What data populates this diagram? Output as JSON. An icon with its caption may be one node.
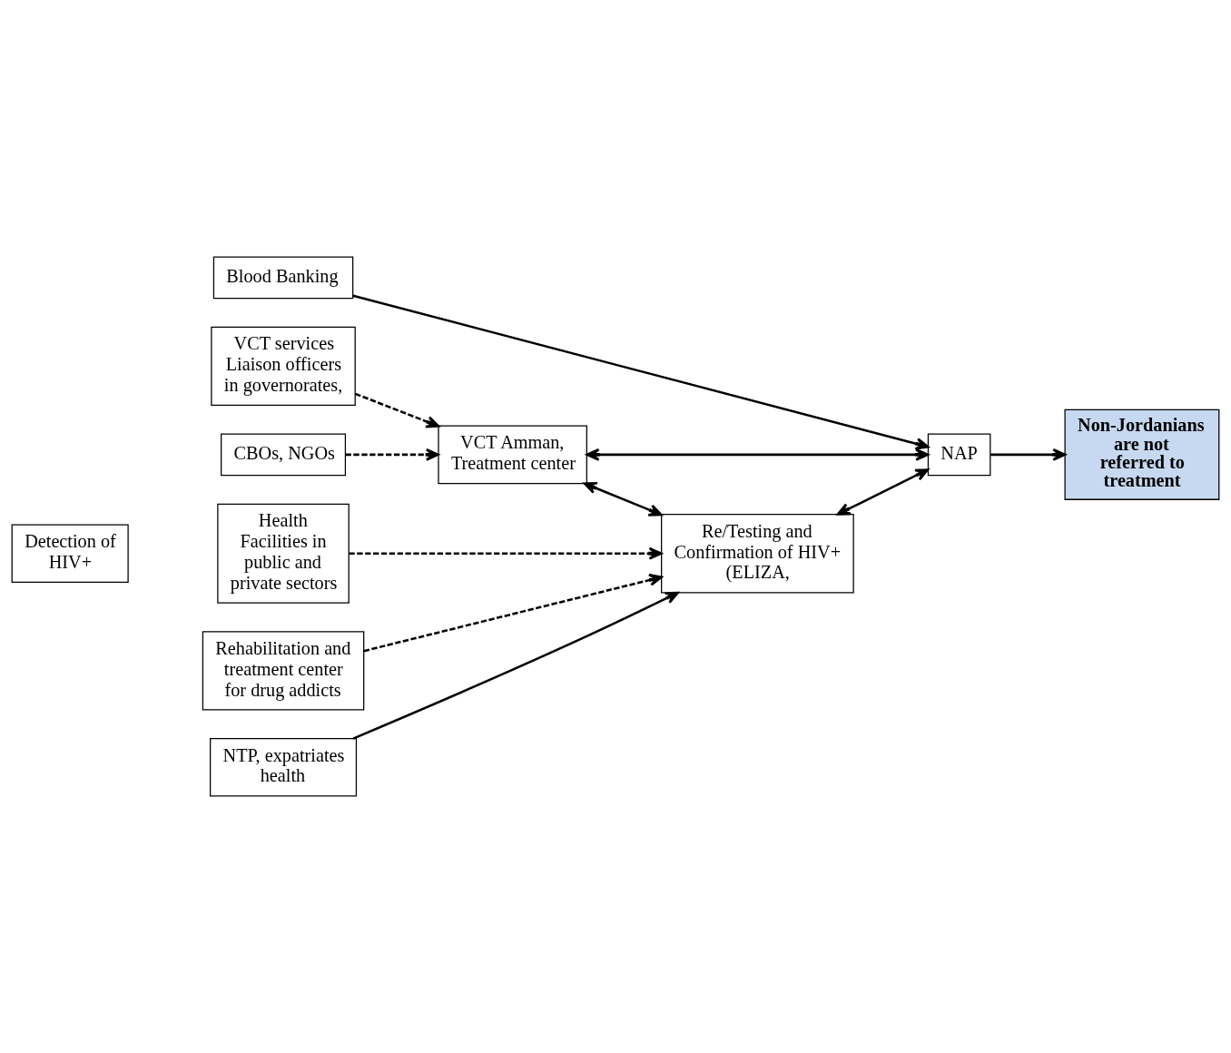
{
  "diagram": {
    "nodes": [
      {
        "text": [
          "Detection of HIV+"
        ]
      },
      {
        "text": [
          "Health Facilities in public and private sectors"
        ]
      },
      {
        "text": [
          "Rehabilitation and treatment center for drug addicts"
        ]
      },
      {
        "text": [
          "NTP, expatriates health"
        ]
      },
      {
        "text": [
          "VCT services Liaison officers in governorates,"
        ]
      },
      {
        "text": [
          "CBOs, NGOs"
        ]
      },
      {
        "text": [
          "Blood Banking"
        ]
      },
      {
        "text": [
          "VCT Amman, Treatment center"
        ]
      },
      {
        "text": [
          "Re/Testing and Confirmation of HIV+ (ELIZA,"
        ]
      },
      {
        "text": [
          "NAP"
        ]
      },
      {
        "text": [
          "Non-Jordanians are not referred to treatment"
        ]
      }
    ],
    "edges": [
      {
        "from": 1,
        "to": 8,
        "arrow": "to",
        "style": "dashed"
      },
      {
        "from": 2,
        "to": 8,
        "arrow": "to",
        "style": "dashed"
      },
      {
        "from": 3,
        "to": 8,
        "arrow": "to"
      },
      {
        "from": 4,
        "to": 7,
        "arrow": "to",
        "style": "dashed"
      },
      {
        "from": 5,
        "to": 7,
        "arrow": "to",
        "style": "dashed"
      },
      {
        "from": 6,
        "to": 9,
        "arrow": "to"
      },
      {
        "from": 7,
        "to": 8,
        "arrow": "both"
      },
      {
        "from": 7,
        "to": 9,
        "arrow": "both"
      },
      {
        "from": 8,
        "to": 9,
        "arrow": "both"
      },
      {
        "from": 9,
        "to": 10,
        "arrow": "to"
      }
    ]
  }
}
